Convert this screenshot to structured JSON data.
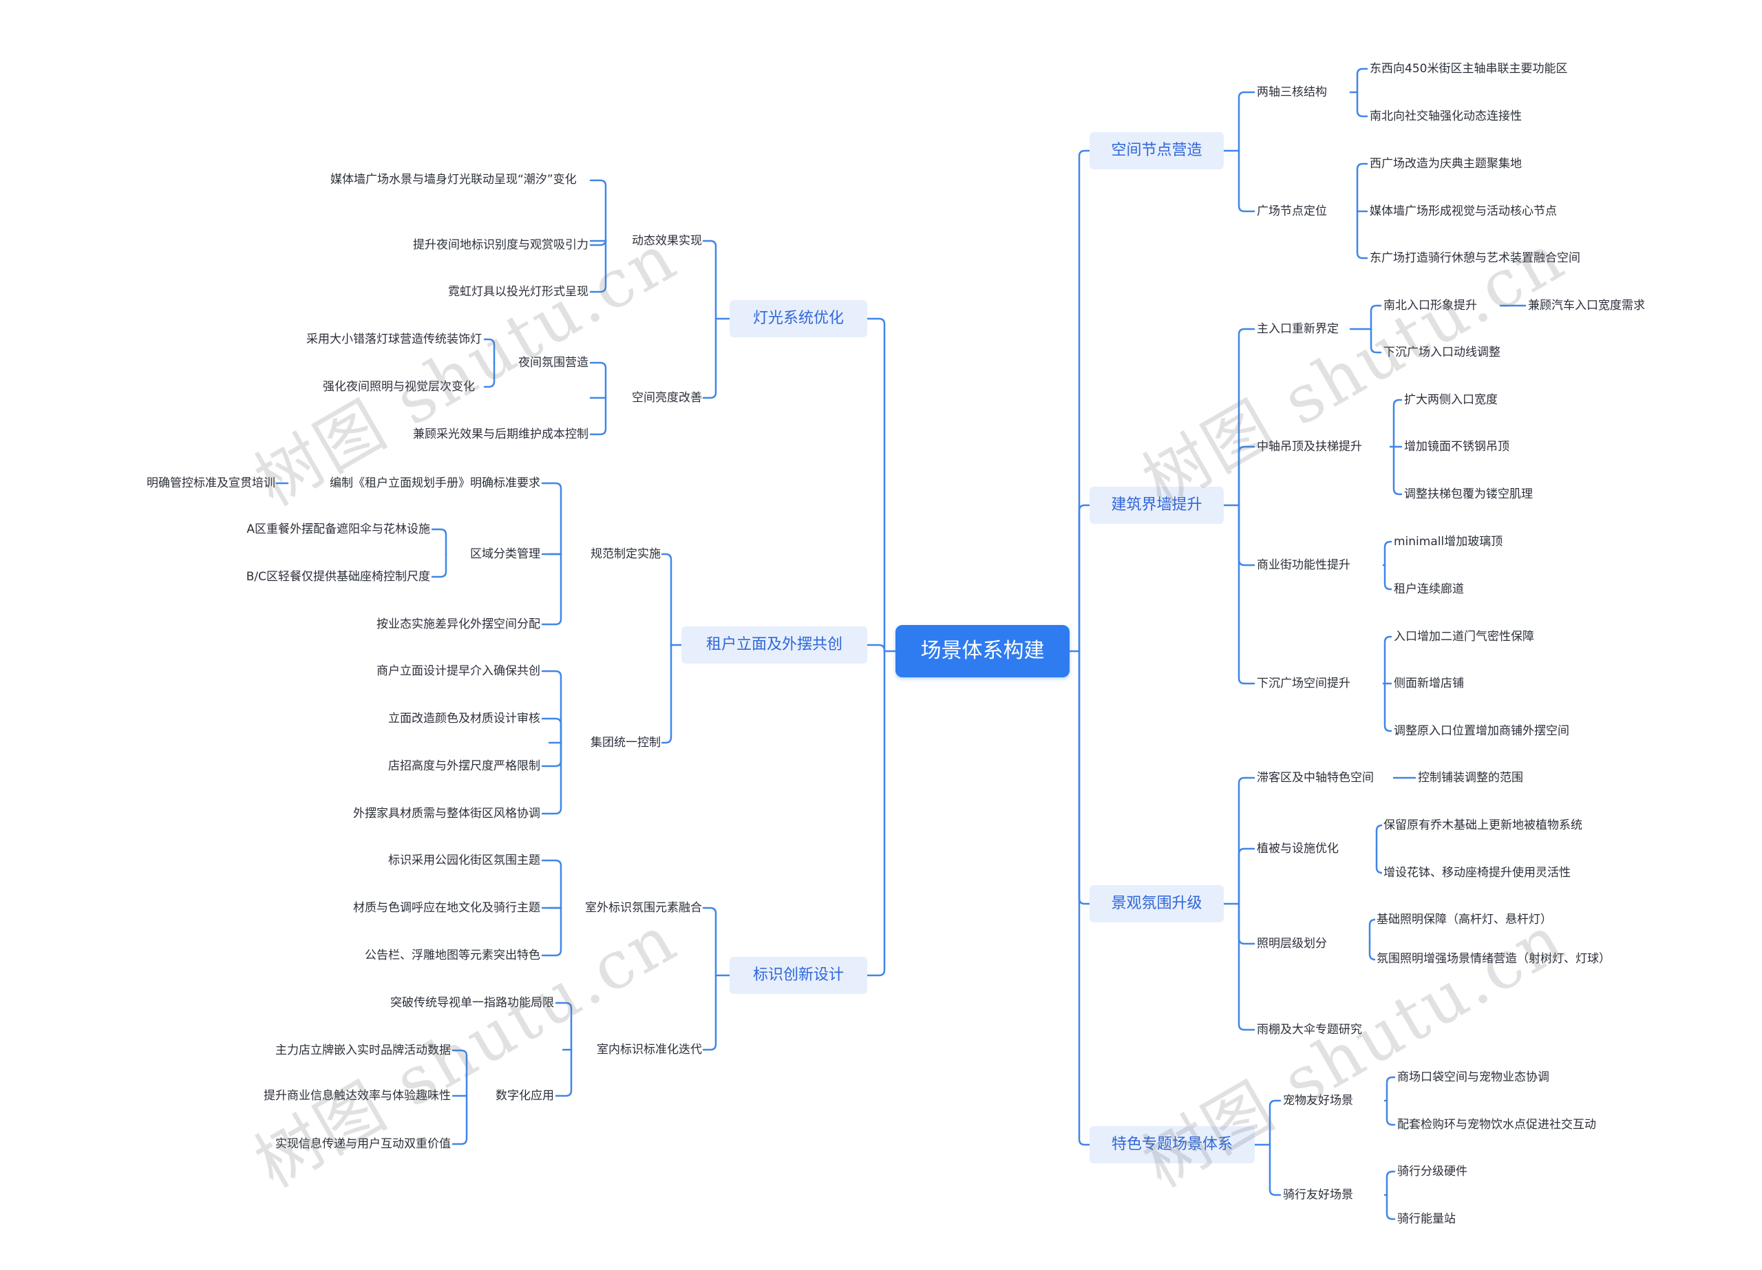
{
  "root": "场景体系构建",
  "left": {
    "lighting": {
      "label": "灯光系统优化",
      "dynamic": {
        "label": "动态效果实现",
        "items": [
          "媒体墙广场水景与墙身灯光联动呈现“潮汐”变化",
          "提升夜间地标识别度与观赏吸引力",
          "霓虹灯具以投光灯形式呈现"
        ]
      },
      "brightness": {
        "label": "空间亮度改善",
        "night": {
          "label": "夜间氛围营造",
          "items": [
            "采用大小错落灯球营造传统装饰灯",
            "强化夜间照明与视觉层次变化"
          ]
        },
        "item": "兼顾采光效果与后期维护成本控制"
      }
    },
    "facade": {
      "label": "租户立面及外摆共创",
      "spec": {
        "label": "规范制定实施",
        "manual": "编制《租户立面规划手册》明确标准要求",
        "manual_note": "明确管控标准及宣贯培训",
        "zone": {
          "label": "区域分类管理",
          "items": [
            "A区重餐外摆配备遮阳伞与花林设施",
            "B/C区轻餐仅提供基础座椅控制尺度"
          ]
        },
        "item": "按业态实施差异化外摆空间分配"
      },
      "group": {
        "label": "集团统一控制",
        "items": [
          "商户立面设计提早介入确保共创",
          "立面改造颜色及材质设计审核",
          "店招高度与外摆尺度严格限制",
          "外摆家具材质需与整体街区风格协调"
        ]
      }
    },
    "signage": {
      "label": "标识创新设计",
      "outdoor": {
        "label": "室外标识氛围元素融合",
        "items": [
          "标识采用公园化街区氛围主题",
          "材质与色调呼应在地文化及骑行主题",
          "公告栏、浮雕地图等元素突出特色"
        ]
      },
      "indoor": {
        "label": "室内标识标准化迭代",
        "item": "突破传统导视单一指路功能局限",
        "digital": {
          "label": "数字化应用",
          "items": [
            "主力店立牌嵌入实时品牌活动数据",
            "提升商业信息触达效率与体验趣味性",
            "实现信息传递与用户互动双重价值"
          ]
        }
      }
    }
  },
  "right": {
    "space": {
      "label": "空间节点营造",
      "axes": {
        "label": "两轴三核结构",
        "items": [
          "东西向450米街区主轴串联主要功能区",
          "南北向社交轴强化动态连接性"
        ]
      },
      "plaza": {
        "label": "广场节点定位",
        "items": [
          "西广场改造为庆典主题聚集地",
          "媒体墙广场形成视觉与活动核心节点",
          "东广场打造骑行休憩与艺术装置融合空间"
        ]
      }
    },
    "building": {
      "label": "建筑界墙提升",
      "entrance": {
        "label": "主入口重新界定",
        "north": "南北入口形象提升",
        "north_note": "兼顾汽车入口宽度需求",
        "south": "下沉广场入口动线调整"
      },
      "midaxis": {
        "label": "中轴吊顶及扶梯提升",
        "items": [
          "扩大两侧入口宽度",
          "增加镜面不锈钢吊顶",
          "调整扶梯包覆为镂空肌理"
        ]
      },
      "commercial": {
        "label": "商业街功能性提升",
        "items": [
          "minimall增加玻璃顶",
          "租户连续廊道"
        ]
      },
      "sunken": {
        "label": "下沉广场空间提升",
        "items": [
          "入口增加二道门气密性保障",
          "侧面新增店铺",
          "调整原入口位置增加商铺外摆空间"
        ]
      }
    },
    "landscape": {
      "label": "景观氛围升级",
      "leisure": {
        "label": "滞客区及中轴特色空间",
        "note": "控制铺装调整的范围"
      },
      "planting": {
        "label": "植被与设施优化",
        "items": [
          "保留原有乔木基础上更新地被植物系统",
          "增设花钵、移动座椅提升使用灵活性"
        ]
      },
      "lighting": {
        "label": "照明层级划分",
        "items": [
          "基础照明保障（高杆灯、悬杆灯）",
          "氛围照明增强场景情绪营造（射树灯、灯球）"
        ]
      },
      "rain": {
        "label": "雨棚及大伞专题研究"
      }
    },
    "themes": {
      "label": "特色专题场景体系",
      "pet": {
        "label": "宠物友好场景",
        "items": [
          "商场口袋空间与宠物业态协调",
          "配套检购环与宠物饮水点促进社交互动"
        ]
      },
      "cycling": {
        "label": "骑行友好场景",
        "items": [
          "骑行分级硬件",
          "骑行能量站"
        ]
      }
    }
  },
  "watermark": "树图 shutu.cn",
  "colors": {
    "line": "#3f86e8",
    "root_bg": "#2f7bf0",
    "main_bg": "#e7effd",
    "main_text": "#2f66d8"
  }
}
